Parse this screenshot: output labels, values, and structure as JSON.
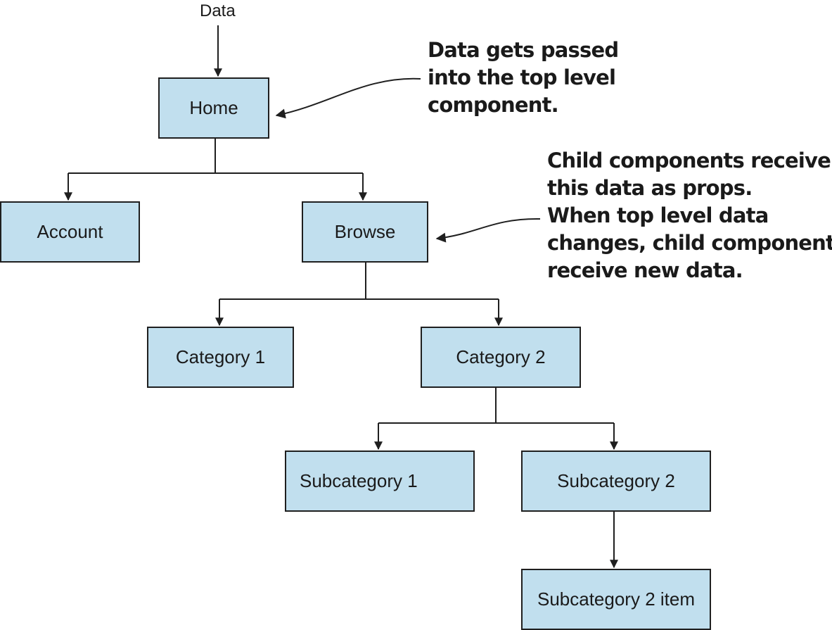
{
  "colors": {
    "node_fill": "#c1dfee",
    "node_border": "#1f1f1f",
    "line": "#1f1f1f",
    "text": "#1a1a1a"
  },
  "input_label": "Data",
  "nodes": {
    "home": "Home",
    "account": "Account",
    "browse": "Browse",
    "category_1": "Category 1",
    "category_2": "Category 2",
    "subcategory_1": "Subcategory 1",
    "subcategory_2": "Subcategory 2",
    "subcategory_2_item": "Subcategory 2 item"
  },
  "annotations": {
    "top": [
      "Data gets passed",
      "into the top level",
      "component."
    ],
    "children": [
      "Child components receive",
      "this data as props.",
      "When top level data",
      "changes, child components",
      "receive new data."
    ]
  }
}
